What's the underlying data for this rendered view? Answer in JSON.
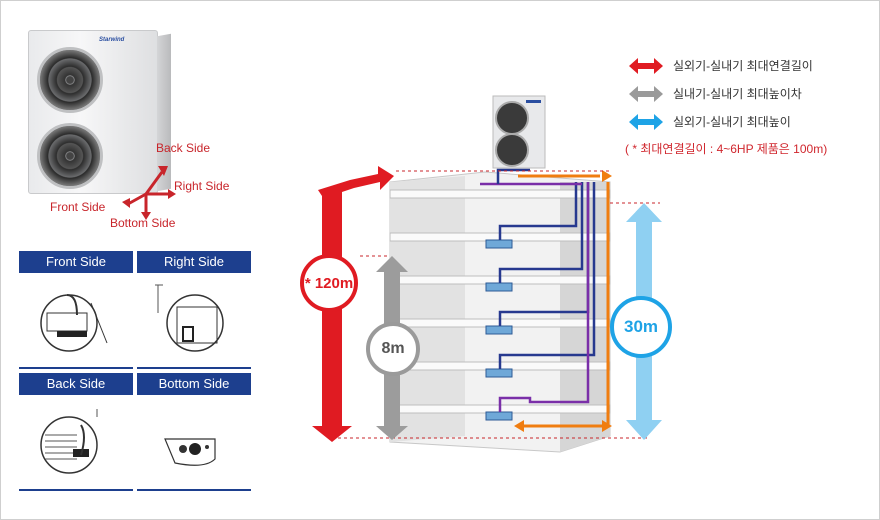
{
  "unit": {
    "brand": "Starwind"
  },
  "directions": {
    "back": "Back Side",
    "right": "Right Side",
    "front": "Front Side",
    "bottom": "Bottom Side"
  },
  "panels": [
    {
      "label": "Front Side"
    },
    {
      "label": "Right Side"
    },
    {
      "label": "Back Side"
    },
    {
      "label": "Bottom Side"
    }
  ],
  "legend": [
    {
      "text": "실외기-실내기 최대연결길이",
      "color": "#e01b22",
      "icon": "double-arrow-red"
    },
    {
      "text": "실내기-실내기 최대높이차",
      "color": "#9a9a9a",
      "icon": "double-arrow-gray"
    },
    {
      "text": "실외기-실내기 최대높이",
      "color": "#1ea3e6",
      "icon": "double-arrow-blue"
    }
  ],
  "note": "( * 최대연결길이 : 4~6HP 제품은 100m)",
  "measures": {
    "max_length": "* 120m",
    "indoor_height_diff": "8m",
    "max_height": "30m"
  },
  "colors": {
    "navy": "#1d3f8e",
    "red": "#e01b22",
    "gray": "#9a9a9a",
    "blue": "#1ea3e6",
    "orange": "#f07d10",
    "purple": "#7a2fa8"
  }
}
